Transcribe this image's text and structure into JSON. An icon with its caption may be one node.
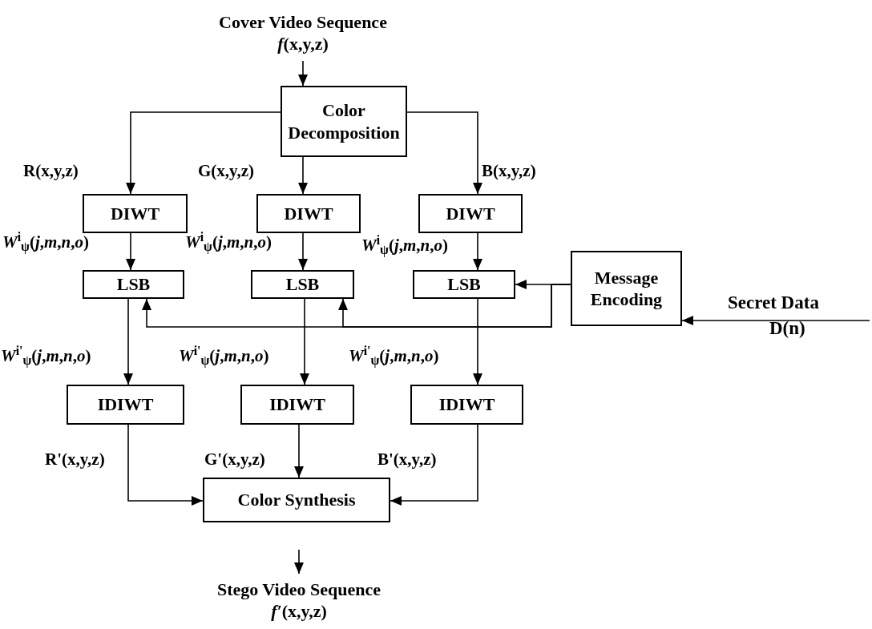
{
  "diagram": {
    "nodes": [
      {
        "text": [
          "Cover Video Sequence",
          "*f*(x,y,z)"
        ]
      },
      {
        "text": [
          "Color Decomposition"
        ]
      },
      {
        "text": [
          "DIWT"
        ]
      },
      {
        "text": [
          "DIWT"
        ]
      },
      {
        "text": [
          "DIWT"
        ]
      },
      {
        "text": [
          "LSB"
        ]
      },
      {
        "text": [
          "LSB"
        ]
      },
      {
        "text": [
          "LSB"
        ]
      },
      {
        "text": [
          "Message Encoding"
        ]
      },
      {
        "text": [
          "IDIWT"
        ]
      },
      {
        "text": [
          "IDIWT"
        ]
      },
      {
        "text": [
          "IDIWT"
        ]
      },
      {
        "text": [
          "Color Synthesis"
        ]
      },
      {
        "text": [
          "Stego Video Sequence",
          "*f′*(x,y,z)"
        ]
      }
    ],
    "edges": [
      {
        "from": 0,
        "to": 1,
        "arrow": "to"
      },
      {
        "from": 1,
        "to": 2,
        "arrow": "to",
        "label": "R(x,y,z)"
      },
      {
        "from": 1,
        "to": 3,
        "arrow": "to",
        "label": "G(x,y,z)"
      },
      {
        "from": 1,
        "to": 4,
        "arrow": "to",
        "label": "B(x,y,z)"
      },
      {
        "from": 2,
        "to": 5,
        "arrow": "to",
        "label": "*W*$^{i}$$_{ψ}$(*j*,*m*,*n*,*o*)"
      },
      {
        "from": 3,
        "to": 6,
        "arrow": "to",
        "label": "*W*$^{i}$$_{ψ}$(*j*,*m*,*n*,*o*)"
      },
      {
        "from": 4,
        "to": 7,
        "arrow": "to",
        "label": "*W*$^{i}$$_{ψ}$(*j*,*m*,*n*,*o*)"
      },
      {
        "from": null,
        "to": 8,
        "arrow": "to"
      },
      {
        "from": 8,
        "to": 7,
        "arrow": "to"
      },
      {
        "from": 8,
        "to": 6,
        "arrow": "to"
      },
      {
        "from": 8,
        "to": 5,
        "arrow": "to"
      },
      {
        "from": 5,
        "to": 9,
        "arrow": "to",
        "label": "*W*$^{i'}$$_{ψ}$(*j*,*m*,*n*,*o*)"
      },
      {
        "from": 6,
        "to": 10,
        "arrow": "to",
        "label": "*W*$^{i'}$$_{ψ}$(*j*,*m*,*n*,*o*)"
      },
      {
        "from": 7,
        "to": 11,
        "arrow": "to",
        "label": "*W*$^{i'}$$_{ψ}$(*j*,*m*,*n*,*o*)"
      },
      {
        "from": 9,
        "to": 12,
        "arrow": "to",
        "label": "R'(x,y,z)"
      },
      {
        "from": 10,
        "to": 12,
        "arrow": "to",
        "label": "G'(x,y,z)"
      },
      {
        "from": 11,
        "to": 12,
        "arrow": "to",
        "label": "B'(x,y,z)"
      },
      {
        "from": null,
        "to": 13,
        "arrow": "to"
      }
    ],
    "labels": [
      "Secret Data",
      "D(n)"
    ]
  }
}
